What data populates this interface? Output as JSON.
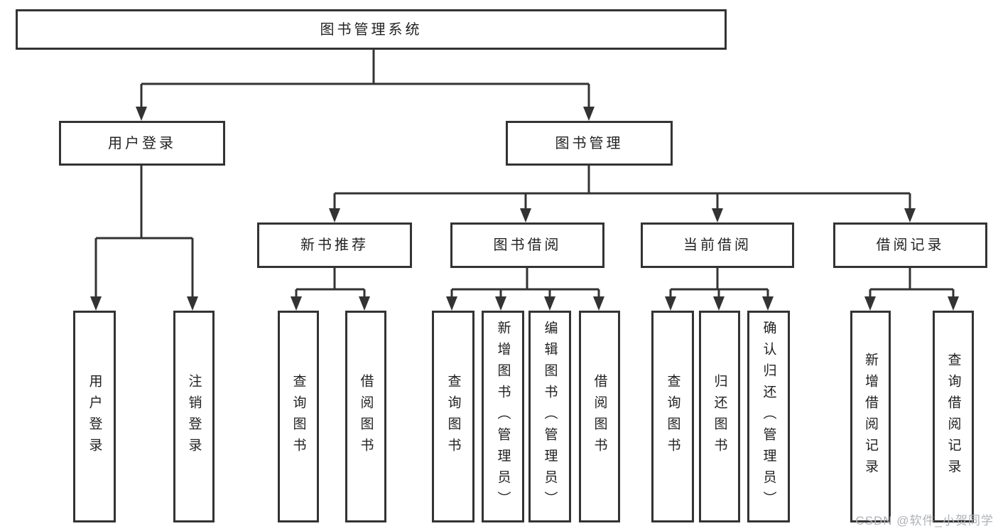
{
  "diagram": {
    "type": "hierarchy-tree",
    "colors": {
      "line": "#333333",
      "box_border": "#333333",
      "text": "#222222",
      "background": "#ffffff",
      "watermark": "#aeb1b6"
    },
    "nodes": {
      "root": "图书管理系统",
      "user_login": "用户登录",
      "book_management": "图书管理",
      "new_book_recommend": "新书推荐",
      "book_borrow": "图书借阅",
      "current_borrow": "当前借阅",
      "borrow_record": "借阅记录",
      "leaf_user_login": "用户登录",
      "leaf_logout": "注销登录",
      "rec_query_book": "查询图书",
      "rec_borrow_book": "借阅图书",
      "bb_query_book": "查询图书",
      "bb_add_book": "新增图书（管理员）",
      "bb_edit_book": "编辑图书（管理员）",
      "bb_borrow_book": "借阅图书",
      "cb_query_book": "查询图书",
      "cb_return_book": "归还图书",
      "cb_confirm_return": "确认归还（管理员）",
      "br_add_record": "新增借阅记录",
      "br_query_record": "查询借阅记录"
    },
    "hierarchy": {
      "图书管理系统": {
        "用户登录": [
          "用户登录",
          "注销登录"
        ],
        "图书管理": {
          "新书推荐": [
            "查询图书",
            "借阅图书"
          ],
          "图书借阅": [
            "查询图书",
            "新增图书（管理员）",
            "编辑图书（管理员）",
            "借阅图书"
          ],
          "当前借阅": [
            "查询图书",
            "归还图书",
            "确认归还（管理员）"
          ],
          "借阅记录": [
            "新增借阅记录",
            "查询借阅记录"
          ]
        }
      }
    },
    "watermark": "CSDN @软件_小贺同学"
  }
}
